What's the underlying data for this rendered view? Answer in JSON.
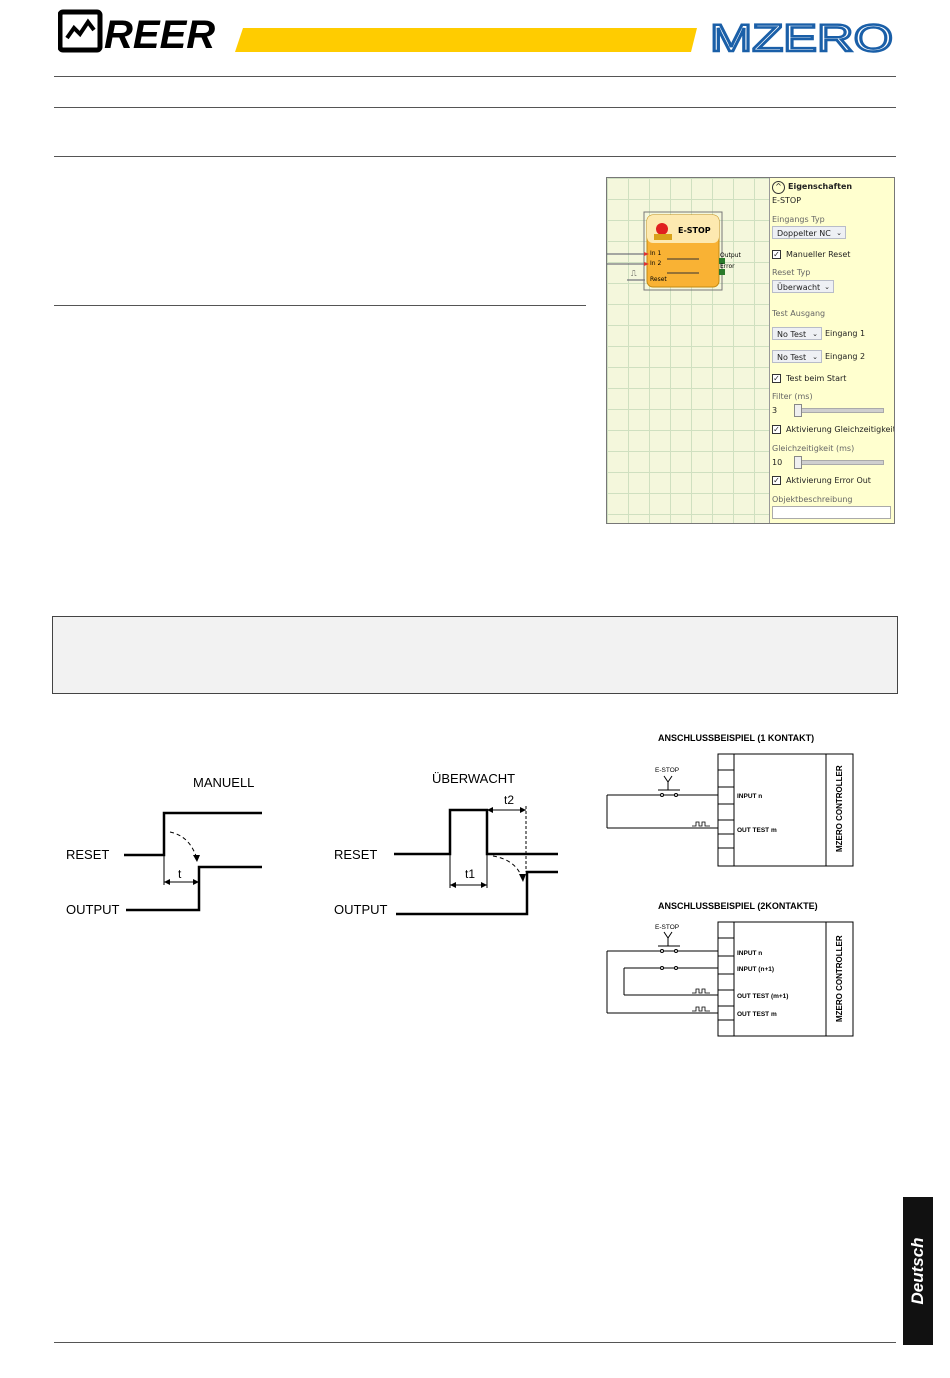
{
  "header": {
    "brand_left": "REER",
    "brand_right": "MZERO",
    "colors": {
      "yellow_bar": "#FFCC00",
      "mzero_blue": "#1A5FA8"
    }
  },
  "estop_block": {
    "title": "E-STOP",
    "inputs": [
      "In 1",
      "In 2",
      "Reset"
    ],
    "outputs": [
      "Output",
      "Error"
    ]
  },
  "properties": {
    "header": "Eigenschaften",
    "object_name": "E-STOP",
    "input_type_label": "Eingangs Typ",
    "input_type_value": "Doppelter NC",
    "manual_reset_label": "Manueller Reset",
    "reset_type_label": "Reset Typ",
    "reset_type_value": "Überwacht",
    "test_output_label": "Test Ausgang",
    "test1_value": "No Test",
    "test1_label": "Eingang 1",
    "test2_value": "No Test",
    "test2_label": "Eingang 2",
    "test_start_label": "Test beim Start",
    "filter_label": "Filter (ms)",
    "filter_value": "3",
    "simultaneity_enable_label": "Aktivierung Gleichzeitigkeit",
    "simultaneity_label": "Gleichzeitigkeit (ms)",
    "simultaneity_value": "10",
    "error_out_label": "Aktivierung Error Out",
    "description_label": "Objektbeschreibung"
  },
  "timing_manual": {
    "title": "MANUELL",
    "reset_label": "RESET",
    "output_label": "OUTPUT",
    "t_label": "t"
  },
  "timing_monitored": {
    "title": "ÜBERWACHT",
    "reset_label": "RESET",
    "output_label": "OUTPUT",
    "t1_label": "t1",
    "t2_label": "t2"
  },
  "wiring_1": {
    "title": "ANSCHLUSSBEISPIEL (1 KONTAKT)",
    "switch_label": "E-STOP",
    "input_label": "INPUT n",
    "out_test_label": "OUT TEST m",
    "controller_label": "MZERO CONTROLLER"
  },
  "wiring_2": {
    "title": "ANSCHLUSSBEISPIEL (2KONTAKTE)",
    "switch_label": "E-STOP",
    "input1_label": "INPUT n",
    "input2_label": "INPUT (n+1)",
    "out_test1_label": "OUT TEST (m+1)",
    "out_test2_label": "OUT TEST m",
    "controller_label": "MZERO CONTROLLER"
  },
  "side_tab": {
    "label": "Deutsch"
  }
}
